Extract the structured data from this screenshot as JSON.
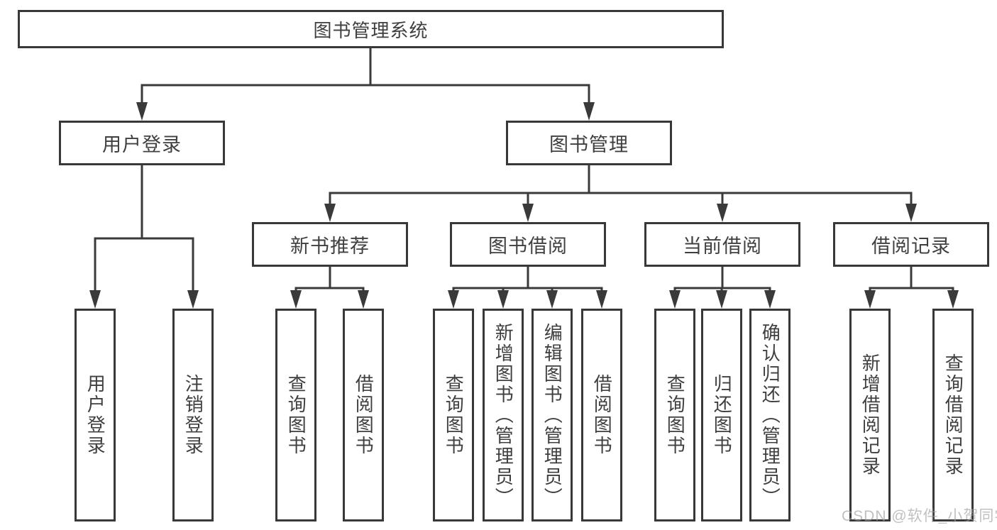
{
  "diagram": {
    "colors": {
      "line": "#3a3a3a",
      "text": "#3f3f3f",
      "box_background": "#ffffff",
      "watermark_text": "#9f9f9f"
    },
    "nodes": {
      "root": {
        "label": "图书管理系统"
      },
      "level2": [
        {
          "label": "用户登录"
        },
        {
          "label": "图书管理"
        }
      ],
      "level3": [
        {
          "label": "新书推荐"
        },
        {
          "label": "图书借阅"
        },
        {
          "label": "当前借阅"
        },
        {
          "label": "借阅记录"
        }
      ],
      "leaves": [
        {
          "label": "用户登录"
        },
        {
          "label": "注销登录"
        },
        {
          "label": "查询图书"
        },
        {
          "label": "借阅图书"
        },
        {
          "label": "查询图书"
        },
        {
          "label": "新增图书（管理员）"
        },
        {
          "label": "编辑图书（管理员）"
        },
        {
          "label": "借阅图书"
        },
        {
          "label": "查询图书"
        },
        {
          "label": "归还图书"
        },
        {
          "label": "确认归还（管理员）"
        },
        {
          "label": "新增借阅记录"
        },
        {
          "label": "查询借阅记录"
        }
      ]
    },
    "hierarchy": {
      "图书管理系统": {
        "用户登录": [
          "用户登录",
          "注销登录"
        ],
        "图书管理": {
          "新书推荐": [
            "查询图书",
            "借阅图书"
          ],
          "图书借阅": [
            "查询图书",
            "新增图书（管理员）",
            "编辑图书（管理员）",
            "借阅图书"
          ],
          "当前借阅": [
            "查询图书",
            "归还图书",
            "确认归还（管理员）"
          ],
          "借阅记录": [
            "新增借阅记录",
            "查询借阅记录"
          ]
        }
      }
    },
    "watermark": "CSDN @软件_小贺同学"
  }
}
